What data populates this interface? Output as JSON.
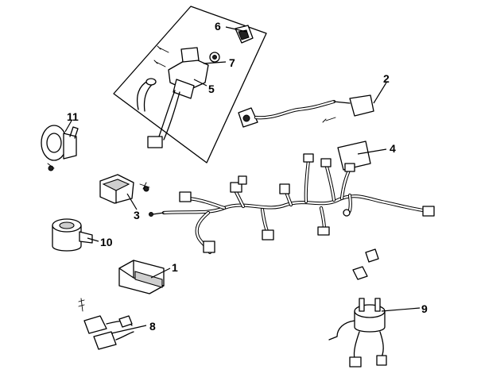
{
  "callouts": {
    "c1": "1",
    "c2": "2",
    "c3": "3",
    "c4": "4",
    "c5": "5",
    "c6": "6",
    "c7": "7",
    "c8": "8",
    "c9": "9",
    "c10": "10",
    "c11": "11"
  },
  "colors": {
    "line": "#000000",
    "background": "#ffffff",
    "fill_grey": "#cfcfcf"
  }
}
